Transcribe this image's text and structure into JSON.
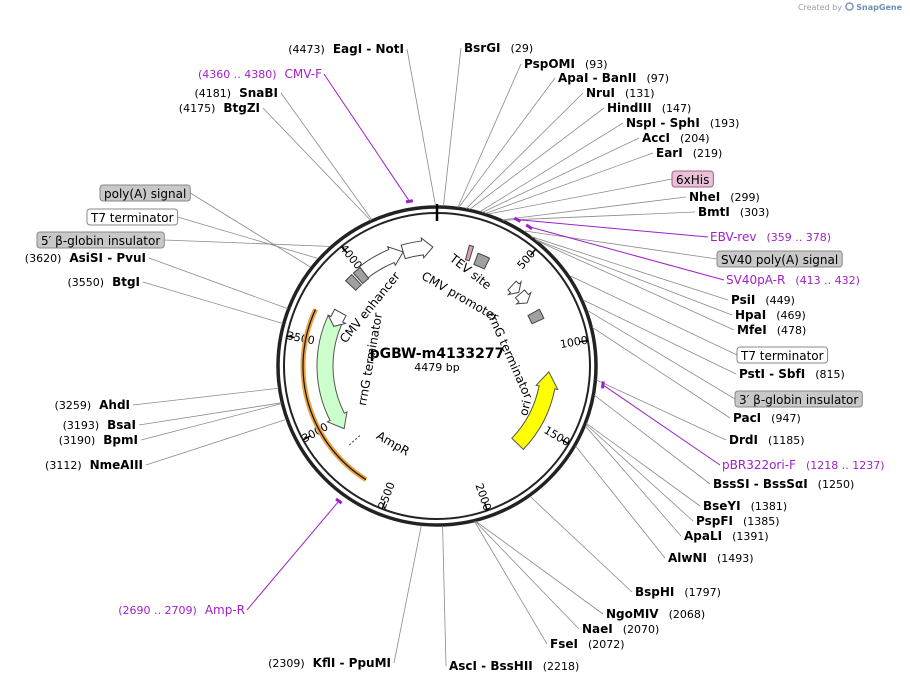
{
  "credit": {
    "prefix": "Created by",
    "brand": "SnapGene"
  },
  "plasmid": {
    "name": "pGBW-m4133277",
    "size_label": "4479 bp"
  },
  "ruler": [
    "500",
    "1000",
    "1500",
    "2000",
    "2500",
    "3000",
    "3500",
    "4000"
  ],
  "features": [
    {
      "label": "CMV enhancer",
      "color": "#ffffff"
    },
    {
      "label": "CMV promoter",
      "color": "#ffffff"
    },
    {
      "label": "TEV site",
      "color": "#a0a0a0"
    },
    {
      "label": "rrnG terminator",
      "color": "#a0a0a0"
    },
    {
      "label": "ori",
      "color": "#ffff00"
    },
    {
      "label": "AmpR",
      "color": "#ccffcc"
    },
    {
      "label": "rrnG terminator",
      "color": "#a0a0a0"
    }
  ],
  "sites": [
    {
      "name": "EagI",
      "name2": "NotI",
      "pos": "4473"
    },
    {
      "name": "BsrGI",
      "pos": "29"
    },
    {
      "name": "PspOMI",
      "pos": "93"
    },
    {
      "name": "ApaI",
      "name2": "BanII",
      "pos": "97"
    },
    {
      "name": "NruI",
      "pos": "131"
    },
    {
      "name": "HindIII",
      "pos": "147"
    },
    {
      "name": "NspI",
      "name2": "SphI",
      "pos": "193"
    },
    {
      "name": "AccI",
      "pos": "204"
    },
    {
      "name": "EarI",
      "pos": "219"
    },
    {
      "name": "NheI",
      "pos": "299"
    },
    {
      "name": "BmtI",
      "pos": "303"
    },
    {
      "name": "PsiI",
      "pos": "449"
    },
    {
      "name": "HpaI",
      "pos": "469"
    },
    {
      "name": "MfeI",
      "pos": "478"
    },
    {
      "name": "PstI",
      "name2": "SbfI",
      "pos": "815"
    },
    {
      "name": "PacI",
      "pos": "947"
    },
    {
      "name": "DrdI",
      "pos": "1185"
    },
    {
      "name": "BssSI",
      "name2": "BssSαI",
      "pos": "1250"
    },
    {
      "name": "BseYI",
      "pos": "1381"
    },
    {
      "name": "PspFI",
      "pos": "1385"
    },
    {
      "name": "ApaLI",
      "pos": "1391"
    },
    {
      "name": "AlwNI",
      "pos": "1493"
    },
    {
      "name": "BspHI",
      "pos": "1797"
    },
    {
      "name": "NgoMIV",
      "pos": "2068"
    },
    {
      "name": "NaeI",
      "pos": "2070"
    },
    {
      "name": "FseI",
      "pos": "2072"
    },
    {
      "name": "AscI",
      "name2": "BssHII",
      "pos": "2218"
    },
    {
      "name": "KflI",
      "name2": "PpuMI",
      "pos": "2309"
    },
    {
      "name": "NmeAIII",
      "pos": "3112"
    },
    {
      "name": "BpmI",
      "pos": "3190"
    },
    {
      "name": "BsaI",
      "pos": "3193"
    },
    {
      "name": "AhdI",
      "pos": "3259"
    },
    {
      "name": "BtgI",
      "pos": "3550"
    },
    {
      "name": "AsiSI",
      "name2": "PvuI",
      "pos": "3620"
    },
    {
      "name": "BtgZI",
      "pos": "4175"
    },
    {
      "name": "SnaBI",
      "pos": "4181"
    }
  ],
  "boxed_labels": [
    {
      "text": "poly(A) signal",
      "style": "gray"
    },
    {
      "text": "T7 terminator",
      "style": "white"
    },
    {
      "text": "5′ β-globin insulator",
      "style": "gray"
    },
    {
      "text": "6xHis",
      "style": "pink"
    },
    {
      "text": "SV40 poly(A) signal",
      "style": "gray"
    },
    {
      "text": "T7 terminator",
      "style": "white"
    },
    {
      "text": "3′ β-globin insulator",
      "style": "gray"
    }
  ],
  "primers": [
    {
      "range": "(4360 .. 4380)",
      "name": "CMV-F"
    },
    {
      "name": "EBV-rev",
      "range": "(359 .. 378)"
    },
    {
      "name": "SV40pA-R",
      "range": "(413 .. 432)"
    },
    {
      "name": "pBR322ori-F",
      "range": "(1218 .. 1237)"
    },
    {
      "range": "(2690 .. 2709)",
      "name": "Amp-R"
    }
  ],
  "colors": {
    "primer": "#a020c8",
    "ring": "#222222",
    "site_line": "#8a8a8a"
  }
}
